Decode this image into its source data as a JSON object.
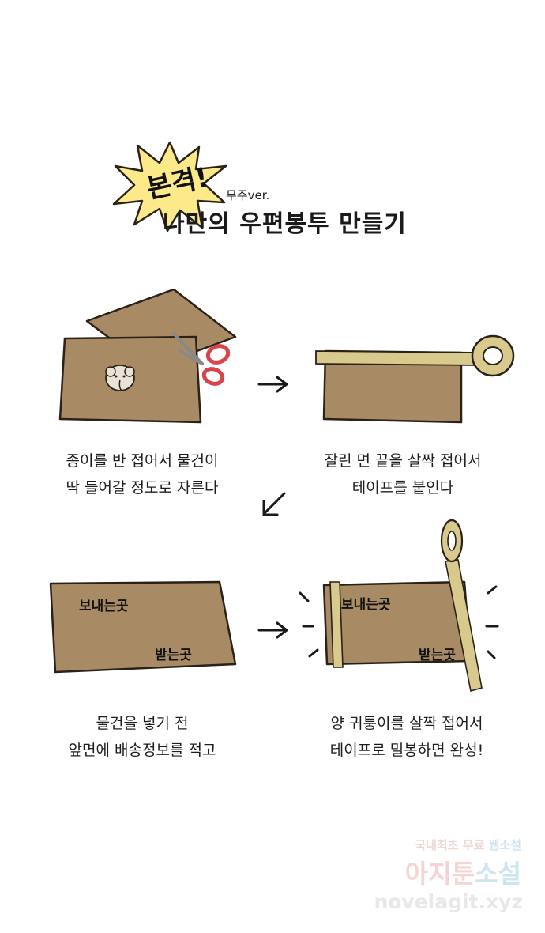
{
  "title": {
    "burst": "본격!",
    "subtitle": "무주ver.",
    "main": "나만의 우편봉투 만들기"
  },
  "steps": [
    {
      "caption_line1": "종이를 반 접어서 물건이",
      "caption_line2": "딱 들어갈 정도로 자른다"
    },
    {
      "caption_line1": "잘린 면 끝을 살짝 접어서",
      "caption_line2": "테이프를 붙인다"
    },
    {
      "caption_line1": "물건을 넣기 전",
      "caption_line2": "앞면에 배송정보를 적고"
    },
    {
      "caption_line1": "양 귀퉁이를 살짝 접어서",
      "caption_line2": "테이프로 밀봉하면 완성!"
    }
  ],
  "envelope_labels": {
    "sender": "보내는곳",
    "receiver": "받는곳"
  },
  "watermark": {
    "line1_prefix": "국내최초 무료 ",
    "line1_highlight": "웹소설",
    "line2_prefix": "아지툰",
    "line2_highlight": "소설",
    "line3": "novelagit.xyz"
  },
  "colors": {
    "kraft": "#a88a64",
    "kraft_dark": "#8f744f",
    "tape": "#d8c98c",
    "burst": "#fbe98a",
    "scissors": "#d9434a",
    "outline": "#2a2118"
  }
}
